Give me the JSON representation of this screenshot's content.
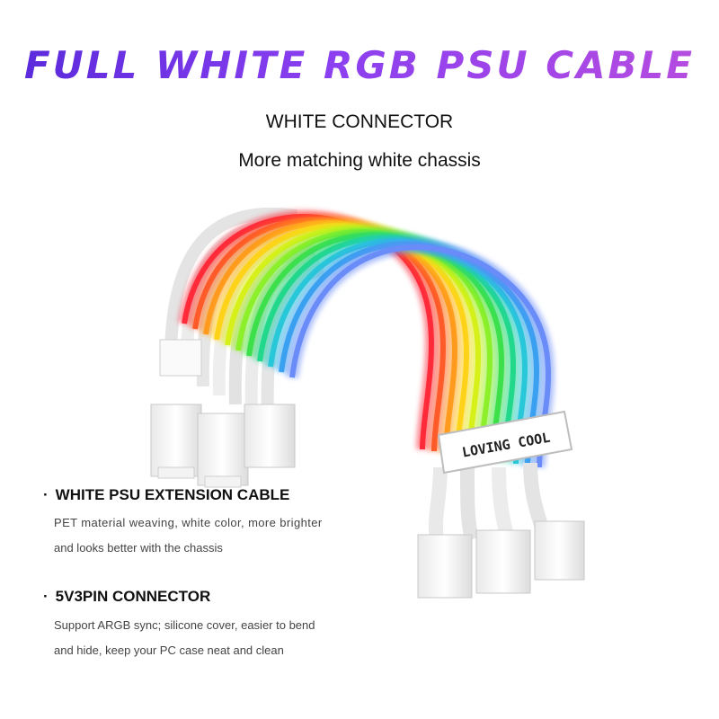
{
  "header": {
    "title": "FULL WHITE RGB PSU CABLE",
    "subtitle_1": "WHITE CONNECTOR",
    "subtitle_2": "More matching white chassis"
  },
  "product": {
    "label_plate_text": "LOVING COOL",
    "cable_colors": [
      "#ff2a3a",
      "#ff5a2a",
      "#ff9a1e",
      "#ffd21a",
      "#d8f01a",
      "#8ef02a",
      "#3ee04a",
      "#22d88a",
      "#28c8d8",
      "#3aa0f0",
      "#6a8cf8"
    ]
  },
  "features": [
    {
      "bullet": "·",
      "title": "WHITE PSU EXTENSION CABLE",
      "desc_line1": "PET material weaving, white color, more brighter",
      "desc_line2": "and  looks better with the chassis"
    },
    {
      "bullet": "·",
      "title": "5V3PIN CONNECTOR",
      "desc_line1": "Support ARGB sync; silicone cover, easier to bend",
      "desc_line2": "and hide, keep your PC case neat and clean"
    }
  ]
}
